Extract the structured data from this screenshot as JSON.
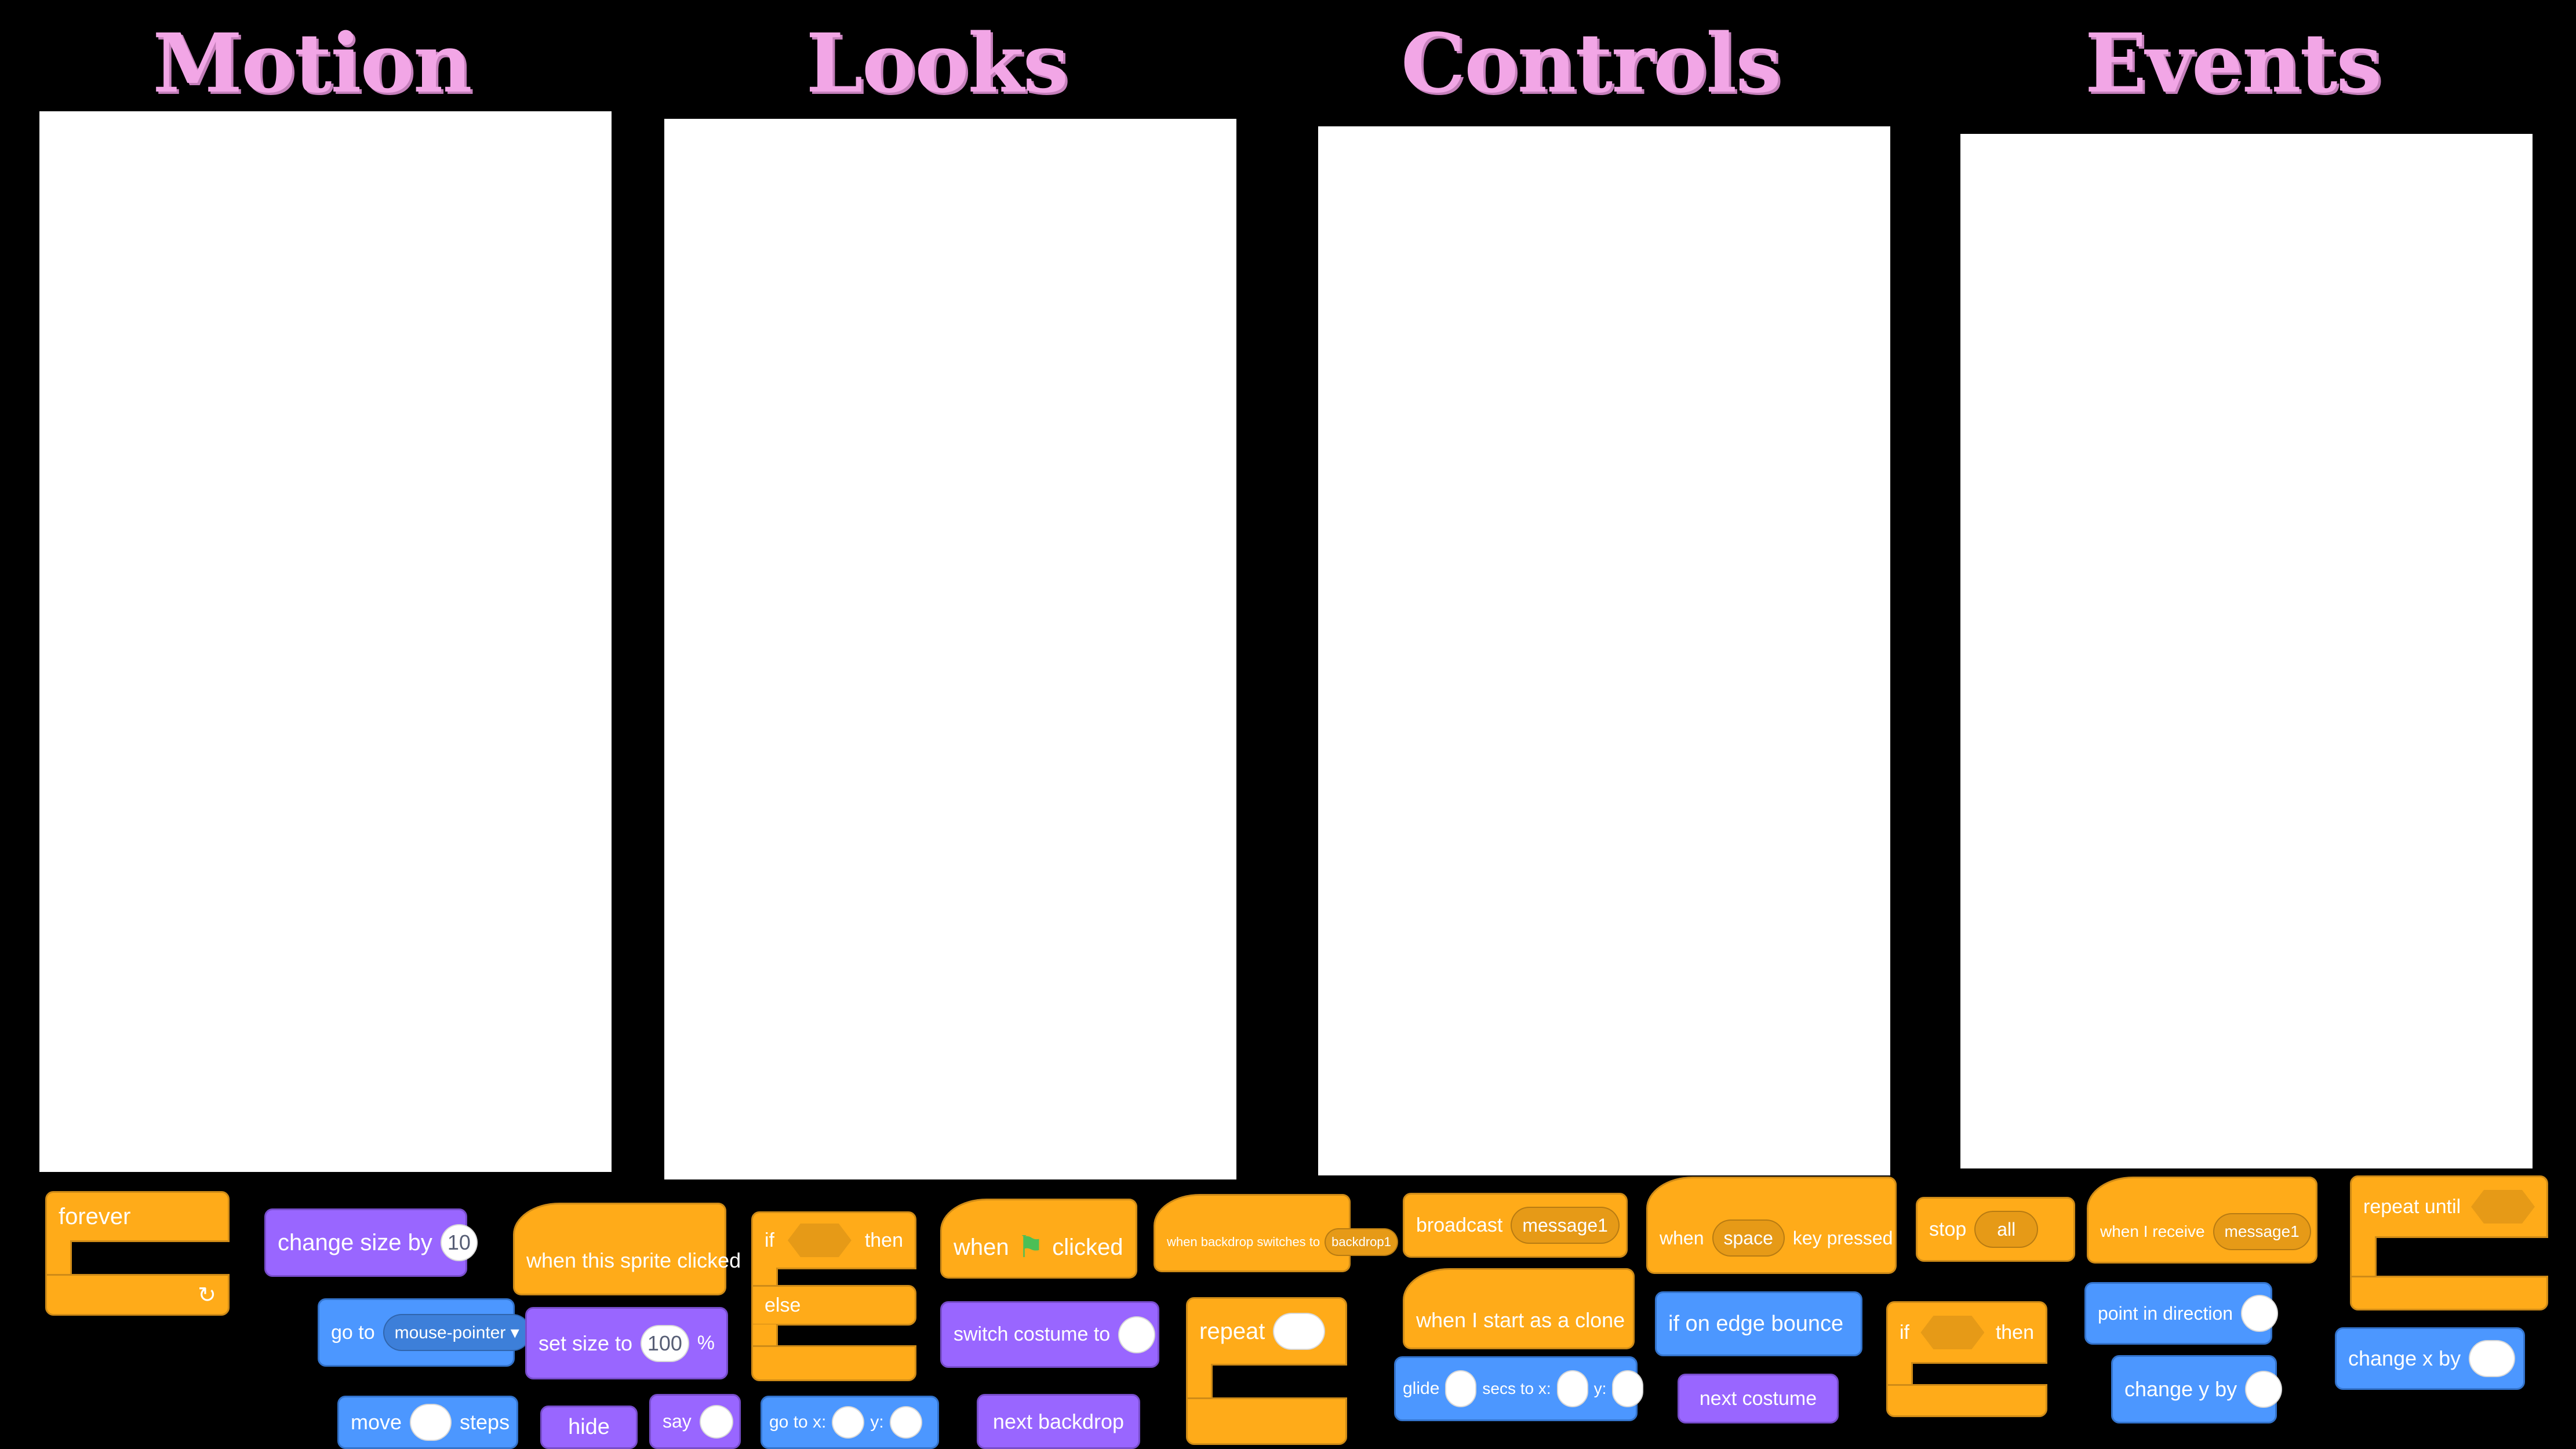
{
  "headings": {
    "motion": "Motion",
    "looks": "Looks",
    "controls": "Controls",
    "events": "Events"
  },
  "blocks": {
    "forever": "forever",
    "change_size_by": "change size by",
    "change_size_val": "10",
    "when_sprite_clicked": "when  this  sprite  clicked",
    "if": "if",
    "then": "then",
    "else": "else",
    "when_flag_clicked_pre": "when",
    "when_flag_clicked_post": "clicked",
    "backdrop_switch": "when  backdrop  switches  to",
    "backdrop_val": "backdrop1",
    "broadcast": "broadcast",
    "broadcast_val": "message1",
    "when_key_pre": "when",
    "when_key_val": "space",
    "when_key_post": "key  pressed",
    "stop": "stop",
    "stop_val": "all",
    "when_receive": "when  I  receive",
    "when_receive_val": "message1",
    "repeat_until": "repeat  until",
    "goto": "go to",
    "goto_val": "mouse-pointer ▾",
    "set_size": "set size to",
    "set_size_val": "100",
    "set_size_unit": "%",
    "switch_costume": "switch  costume  to",
    "repeat": "repeat",
    "when_clone": "when  I  start  as  a  clone",
    "if_edge_bounce": "if  on  edge  bounce",
    "point_direction": "point  in  direction",
    "change_x": "change  x  by",
    "glide": "glide",
    "glide_secs": "secs  to  x:",
    "glide_y": "y:",
    "next_costume": "next  costume",
    "change_y": "change  y  by",
    "move": "move",
    "steps": "steps",
    "hide": "hide",
    "say": "say",
    "goto_xy": "go  to  x:",
    "goto_xy_y": "y:",
    "next_backdrop": "next  backdrop"
  }
}
